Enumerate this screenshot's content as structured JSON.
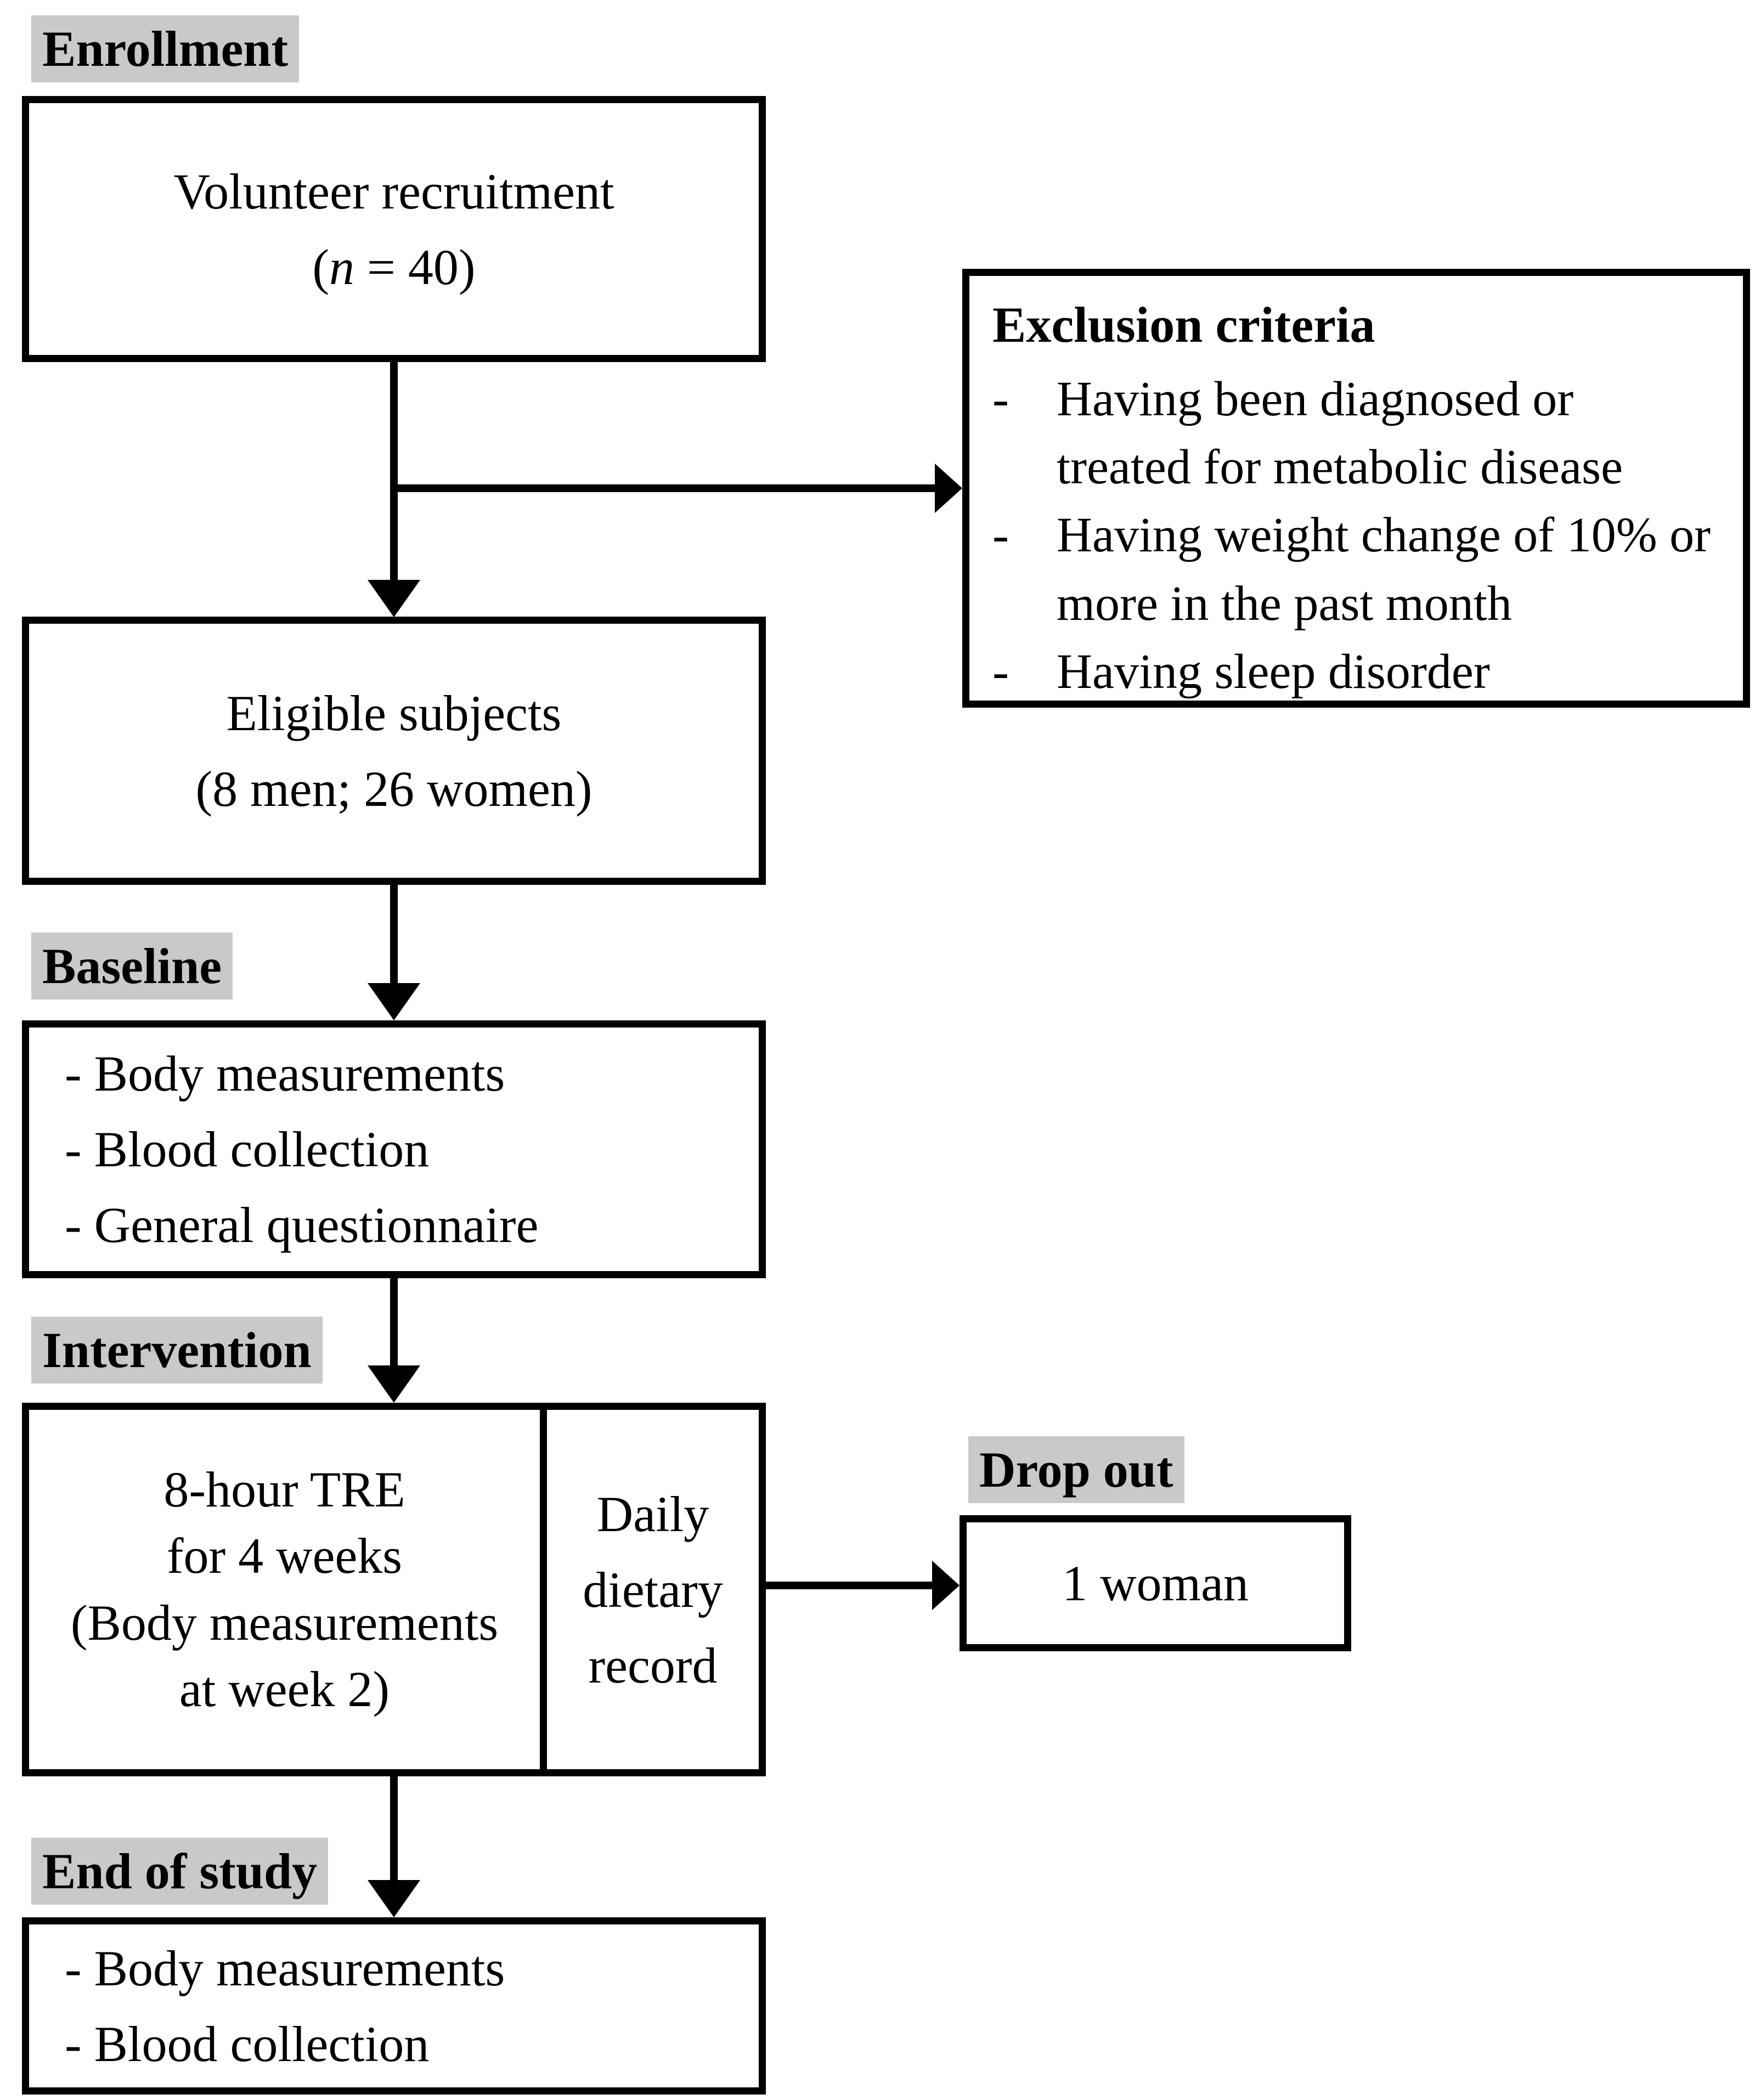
{
  "colors": {
    "label_background": "#c9c9c9",
    "line": "#000000",
    "box_border": "#000000",
    "background": "#ffffff"
  },
  "labels": {
    "enrollment": "Enrollment",
    "baseline": "Baseline",
    "intervention": "Intervention",
    "dropout": "Drop out",
    "end_of_study": "End of study"
  },
  "boxes": {
    "volunteer": {
      "title": "Volunteer recruitment",
      "count_open": "(",
      "count_var": "n",
      "count_rest": " = 40)"
    },
    "exclusion": {
      "title": "Exclusion criteria",
      "bullet": "-",
      "items": [
        "Having been diagnosed or treated for metabolic disease",
        "Having weight change of 10% or more in the past month",
        "Having sleep disorder"
      ]
    },
    "eligible": {
      "line1": "Eligible subjects",
      "line2": "(8 men; 26 women)"
    },
    "baseline": {
      "items": [
        "- Body measurements",
        "- Blood collection",
        "- General questionnaire"
      ]
    },
    "intervention": {
      "tre_lines": [
        "8-hour TRE",
        "for 4 weeks",
        "(Body measurements",
        "at week 2)"
      ],
      "dietary_lines": [
        "Daily",
        "dietary",
        "record"
      ]
    },
    "dropout": {
      "text": "1 woman"
    },
    "end_of_study": {
      "items": [
        "- Body measurements",
        "- Blood collection"
      ]
    }
  }
}
